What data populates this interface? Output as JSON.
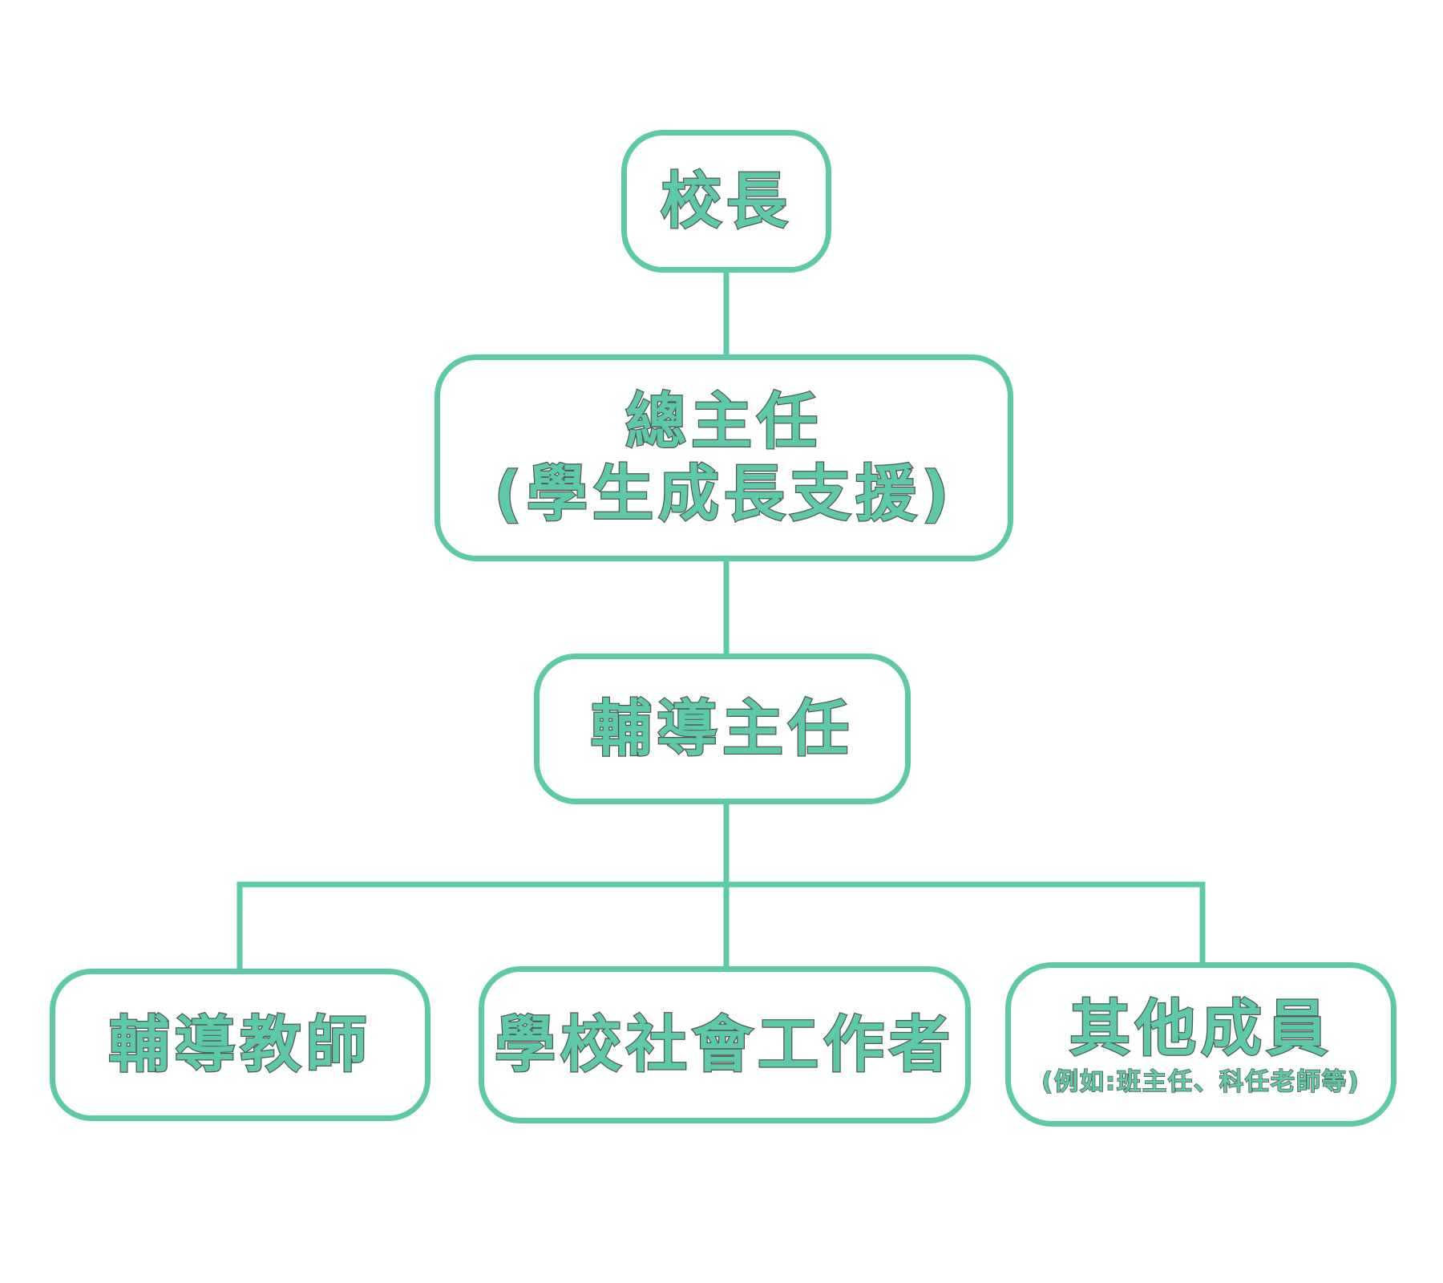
{
  "diagram": {
    "type": "org-chart",
    "colors": {
      "accent": "#5dc9a8",
      "text_outline": "#555555",
      "background": "#ffffff"
    },
    "nodes": {
      "principal": {
        "title": "校長"
      },
      "general_director": {
        "title": "總主任",
        "subtitle": "(學生成長支援)"
      },
      "counseling_director": {
        "title": "輔導主任"
      },
      "counseling_teacher": {
        "title": "輔導教師"
      },
      "school_social_worker": {
        "title": "學校社會工作者"
      },
      "other_members": {
        "title": "其他成員",
        "note": "(例如:班主任、科任老師等)"
      }
    },
    "edges": [
      [
        "principal",
        "general_director"
      ],
      [
        "general_director",
        "counseling_director"
      ],
      [
        "counseling_director",
        "counseling_teacher"
      ],
      [
        "counseling_director",
        "school_social_worker"
      ],
      [
        "counseling_director",
        "other_members"
      ]
    ]
  }
}
